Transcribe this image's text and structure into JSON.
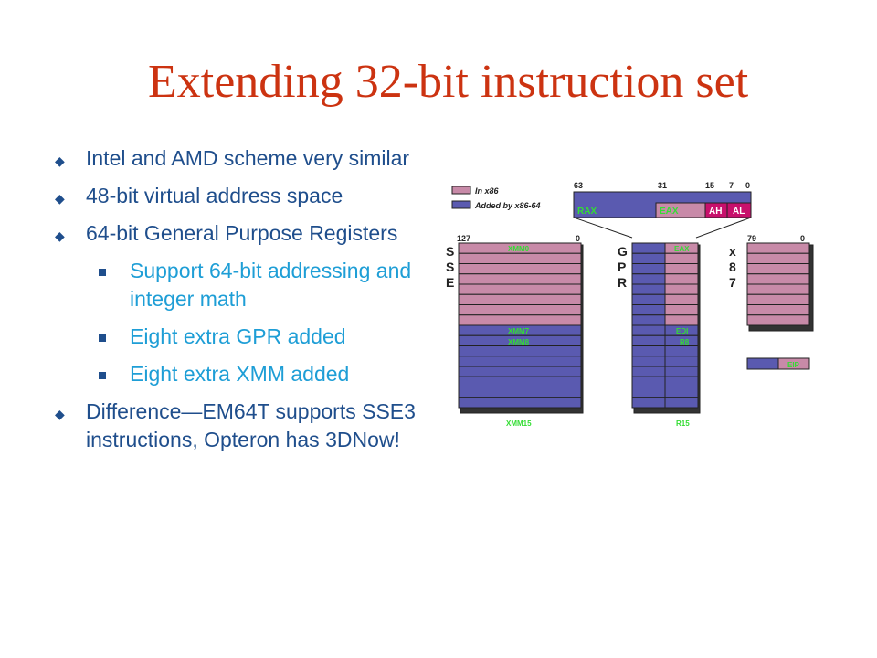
{
  "title": "Extending 32-bit instruction set",
  "bullets": {
    "b1": "Intel and AMD scheme very similar",
    "b2": "48-bit virtual address space",
    "b3": "64-bit General Purpose Registers",
    "sub1": "Support 64-bit addressing and integer math",
    "sub2": "Eight extra GPR added",
    "sub3": "Eight extra XMM added",
    "b4": "Difference—EM64T supports SSE3 instructions, Opteron has 3DNow!"
  },
  "diagram": {
    "legend": {
      "x86": "In x86",
      "x8664": "Added by x86-64"
    },
    "top_bits": {
      "b63": "63",
      "b31": "31",
      "b15": "15",
      "b7": "7",
      "b0": "0"
    },
    "top_reg": {
      "rax": "RAX",
      "eax": "EAX",
      "ah": "AH",
      "al": "AL"
    },
    "sse": {
      "b127": "127",
      "b0": "0",
      "l1": "S",
      "l2": "S",
      "l3": "E",
      "xmm0": "XMM0",
      "xmm7": "XMM7",
      "xmm8": "XMM8",
      "xmm15": "XMM15"
    },
    "gpr": {
      "l1": "G",
      "l2": "P",
      "l3": "R",
      "eax": "EAX",
      "edi": "EDI",
      "r8": "R8",
      "r15": "R15"
    },
    "x87": {
      "b79": "79",
      "b0": "0",
      "l1": "x",
      "l2": "8",
      "l3": "7"
    },
    "eip": "EIP",
    "colors": {
      "pink": "#c88aa8",
      "blue": "#5a5ab0",
      "magenta": "#c8106c",
      "label": "#33dd33"
    }
  }
}
